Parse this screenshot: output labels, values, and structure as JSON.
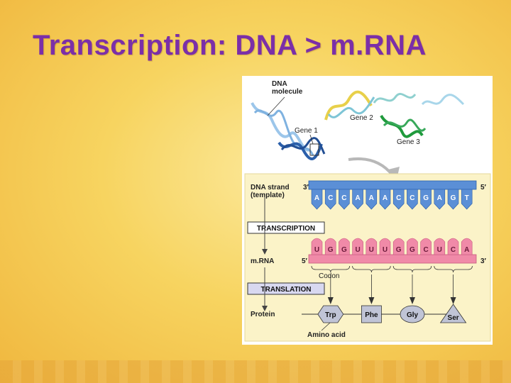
{
  "slide": {
    "title": "Transcription: DNA > m.RNA",
    "colors": {
      "title": "#7b2fa8",
      "background": "#f7d460",
      "panel": "#fbf3c8"
    }
  },
  "figure": {
    "dna_molecule_label": "DNA molecule",
    "gene_labels": [
      "Gene 1",
      "Gene 2",
      "Gene 3"
    ],
    "dna_strand_label": "DNA strand (template)",
    "end_3prime": "3′",
    "end_5prime": "5′",
    "dna_template_bases": [
      "A",
      "C",
      "C",
      "A",
      "A",
      "A",
      "C",
      "C",
      "G",
      "A",
      "G",
      "T"
    ],
    "transcription_label": "TRANSCRIPTION",
    "mrna_label": "m.RNA",
    "mrna_bases": [
      "U",
      "G",
      "G",
      "U",
      "U",
      "U",
      "G",
      "G",
      "C",
      "U",
      "C",
      "A"
    ],
    "codon_label": "Codon",
    "translation_label": "TRANSLATION",
    "protein_label": "Protein",
    "amino_acids": [
      "Trp",
      "Phe",
      "Gly",
      "Ser"
    ],
    "amino_acid_label": "Amino acid",
    "colors": {
      "dna_strand": "#5b8fd6",
      "mrna_strand": "#f08aa8",
      "gene1": "#2b5faa",
      "gene2": "#e8d04a",
      "gene3": "#1f9a3c",
      "amino_acid": "#c0c4d6"
    }
  }
}
